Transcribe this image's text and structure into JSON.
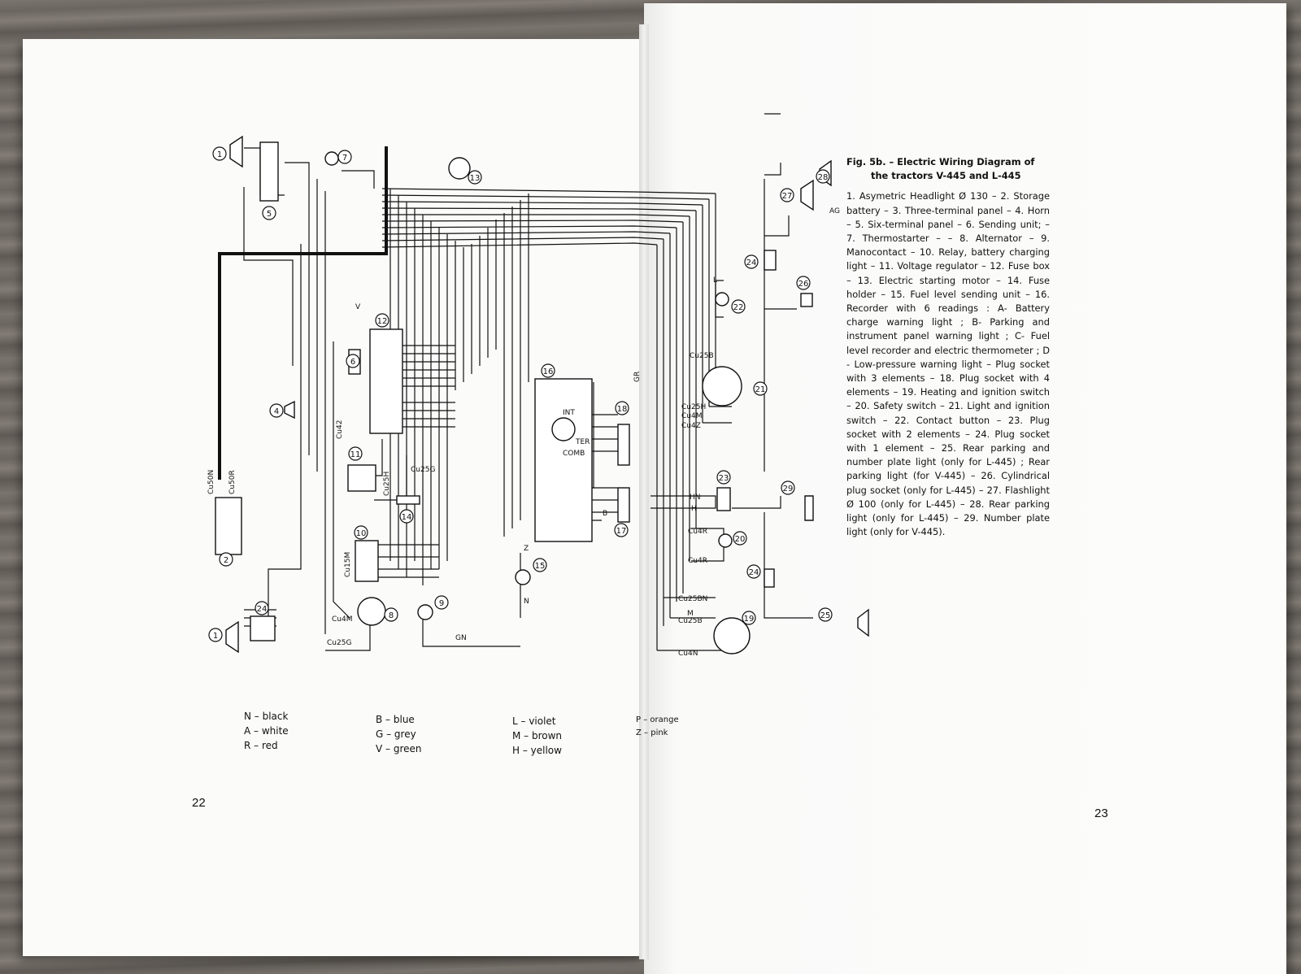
{
  "figure": {
    "title_line1": "Fig. 5b. – Electric Wiring Diagram of",
    "title_line2": "the tractors V-445 and L-445",
    "description": "1. Asymetric Headlight Ø 130 – 2. Storage battery – 3. Three-terminal panel – 4. Horn – 5. Six-terminal panel – 6. Sending unit; – 7. Thermostarter – – 8. Alternator – 9. Manocontact – 10. Relay, battery charging light – 11. Voltage regulator – 12. Fuse box – 13. Electric starting motor – 14. Fuse holder – 15. Fuel level sending unit – 16. Recorder with 6 readings : A- Battery charge warning light ; B- Parking and instrument panel warning light ; C- Fuel level recorder and electric thermometer ; D - Low-pressure warning light – Plug socket with 3 elements – 18. Plug socket with 4 elements – 19. Heating and ignition switch – 20. Safety switch – 21. Light and ignition switch – 22. Contact button – 23. Plug socket with 2 elements – 24. Plug socket with 1 element – 25. Rear parking and number plate light (only for L-445) ; Rear parking light (for V-445) – 26. Cylindrical plug socket (only for L-445) – 27. Flashlight Ø 100 (only for L-445) – 28. Rear parking light (only for L-445) – 29. Number plate light (only for V-445)."
  },
  "legend": {
    "col1": [
      "N – black",
      "A – white",
      "R – red"
    ],
    "col2": [
      "B – blue",
      "G – grey",
      "V – green"
    ],
    "col3": [
      "L – violet",
      "M – brown",
      "H – yellow"
    ],
    "col4": [
      "P –",
      "Z –"
    ],
    "col4_values": [
      "orange",
      "pink"
    ]
  },
  "page_numbers": {
    "left": "22",
    "right": "23"
  },
  "component_numbers": [
    "1",
    "5",
    "7",
    "13",
    "2",
    "4",
    "6",
    "12",
    "11",
    "14",
    "10",
    "8",
    "9",
    "24",
    "1",
    "15",
    "16",
    "18",
    "17",
    "23",
    "20",
    "24",
    "19",
    "21",
    "22",
    "26",
    "27",
    "28",
    "29",
    "25"
  ],
  "wire_labels": {
    "cu50n": "Cu50N",
    "cu50r": "Cu50R",
    "cu42": "Cu42",
    "cu25g": "Cu25G",
    "cu25h": "Cu25H",
    "cu15m": "Cu15M",
    "cu4m": "Cu4M",
    "cu25g_b": "Cu25G",
    "gn": "GN",
    "v": "V",
    "z": "Z",
    "n": "N",
    "gr": "GR",
    "cu25b": "Cu25B",
    "cu4m_r": "Cu4M",
    "cu4z": "Cu4Z",
    "cu25h_r": "Cu25H",
    "hn": "HN",
    "h": "H",
    "b": "B",
    "cu4r": "Cu4R",
    "cu4r2": "Cu4R",
    "cu25bn": "Cu25BN",
    "m": "M",
    "cu25b2": "Cu25B",
    "cu4n": "Cu4N",
    "l": "L",
    "ag": "AG",
    "int": "INT",
    "ter": "TER",
    "comb": "COMB"
  }
}
